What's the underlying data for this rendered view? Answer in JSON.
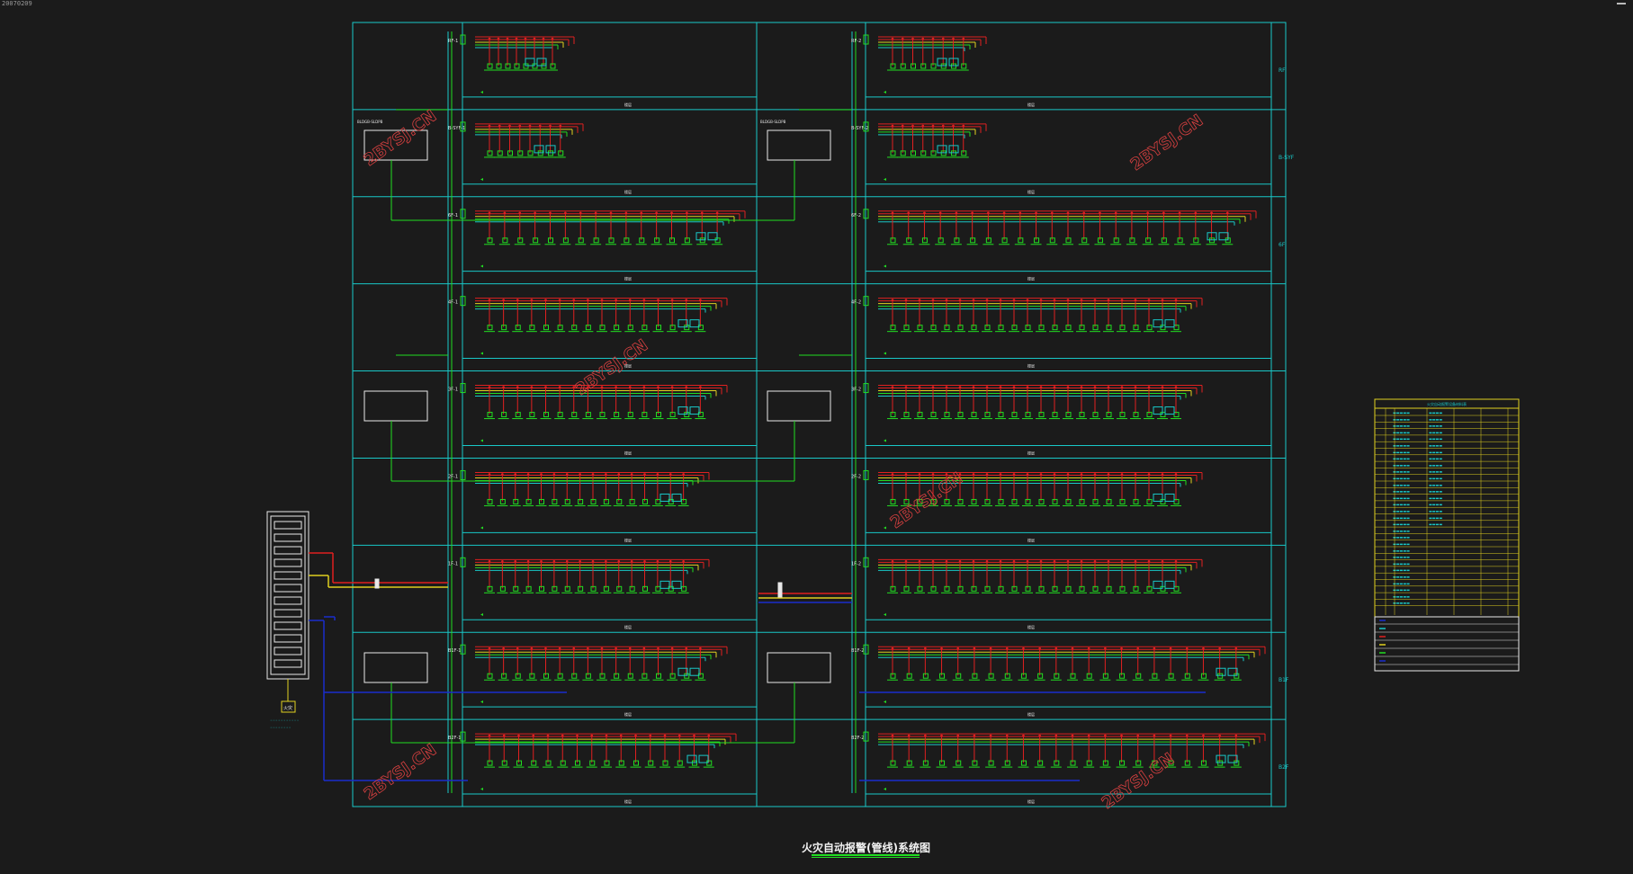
{
  "window": {
    "title": "20070209"
  },
  "drawing": {
    "title": "火灾自动报警(管线)系统图",
    "watermark": "2BYSJ.CN",
    "colors": {
      "frame": "#19c8c8",
      "device": "#22dd22",
      "alarm_line": "#e02020",
      "power_line": "#e0d020",
      "signal_line": "#1a2ccc",
      "text": "#e8e8e8"
    },
    "left_column": {
      "floors": [
        "RF-1",
        "B-SYF-1",
        "6F-1",
        "4F-1",
        "3F-1",
        "2F-1",
        "1F-1",
        "B1F-1",
        "B2F-1"
      ],
      "panels": [
        "BLDGB-SLDPB",
        "",
        "",
        ""
      ]
    },
    "right_column": {
      "floors": [
        "RF-2",
        "B-SYF-2",
        "6F-2",
        "4F-2",
        "3F-2",
        "2F-2",
        "1F-2",
        "B1F-2",
        "B2F-2"
      ],
      "panels": [
        "BLDGB-SLDPB",
        "",
        "",
        ""
      ]
    },
    "floor_side_labels": [
      "RF",
      "B-SYF",
      "6F",
      "",
      "",
      "",
      "",
      "B1F",
      "B2F"
    ],
    "controller": {
      "label": "火灾"
    },
    "legend": {
      "title": "火灾自动报警设备材料表",
      "rows": 30
    }
  }
}
